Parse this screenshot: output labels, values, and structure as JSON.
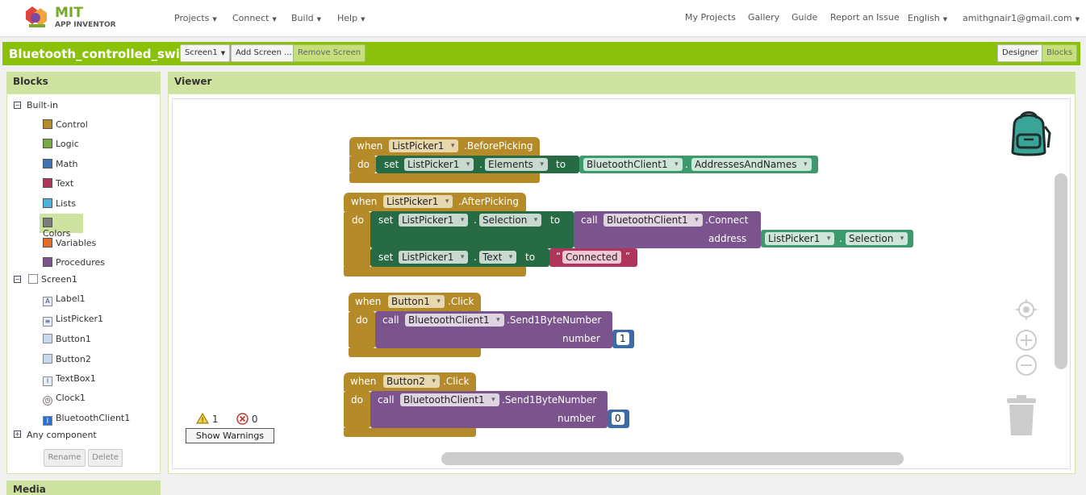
{
  "logo": {
    "mit": "MIT",
    "sub": "APP INVENTOR"
  },
  "nav": {
    "menus": [
      "Projects",
      "Connect",
      "Build",
      "Help"
    ],
    "right_links": [
      "My Projects",
      "Gallery",
      "Guide",
      "Report an Issue"
    ],
    "language": "English",
    "account": "amithgnair1@gmail.com"
  },
  "toolbar": {
    "project_name": "Bluetooth_controlled_switch",
    "screen_select": "Screen1",
    "add_screen": "Add Screen ...",
    "remove_screen": "Remove Screen",
    "designer": "Designer",
    "blocks": "Blocks"
  },
  "blocks_panel": {
    "title": "Blocks",
    "builtin": "Built-in",
    "categories": [
      {
        "label": "Control",
        "color": "#b58b2a"
      },
      {
        "label": "Logic",
        "color": "#77ab41"
      },
      {
        "label": "Math",
        "color": "#3f71b5"
      },
      {
        "label": "Text",
        "color": "#b0355a"
      },
      {
        "label": "Lists",
        "color": "#4fb1de"
      },
      {
        "label": "Colors",
        "color": "#7d7d7d"
      },
      {
        "label": "Variables",
        "color": "#e26b2a"
      },
      {
        "label": "Procedures",
        "color": "#7b548d"
      }
    ],
    "screen": "Screen1",
    "components": [
      "Label1",
      "ListPicker1",
      "Button1",
      "Button2",
      "TextBox1",
      "Clock1",
      "BluetoothClient1"
    ],
    "any_component": "Any component",
    "rename": "Rename",
    "delete": "Delete",
    "media": "Media"
  },
  "viewer": {
    "title": "Viewer",
    "warnings_count": "1",
    "errors_count": "0",
    "show_warnings": "Show Warnings"
  },
  "code": {
    "b1": {
      "when": "when",
      "comp": "ListPicker1",
      "event": ".BeforePicking",
      "do": "do",
      "set": "set",
      "set_comp": "ListPicker1",
      "dot": ".",
      "prop": "Elements",
      "to": "to",
      "get_comp": "BluetoothClient1",
      "get_prop": "AddressesAndNames"
    },
    "b2": {
      "when": "when",
      "comp": "ListPicker1",
      "event": ".AfterPicking",
      "do": "do",
      "set": "set",
      "set_comp": "ListPicker1",
      "prop": "Selection",
      "to": "to",
      "call": "call",
      "call_comp": "BluetoothClient1",
      "method": ".Connect",
      "address": "address",
      "arg_comp": "ListPicker1",
      "arg_prop": "Selection",
      "set2": "set",
      "set2_comp": "ListPicker1",
      "set2_prop": "Text",
      "to2": "to",
      "text_val": "Connected",
      "q_open": "“",
      "q_close": "”"
    },
    "b3": {
      "when": "when",
      "comp": "Button1",
      "event": ".Click",
      "do": "do",
      "call": "call",
      "call_comp": "BluetoothClient1",
      "method": ".Send1ByteNumber",
      "number": "number",
      "value": "1"
    },
    "b4": {
      "when": "when",
      "comp": "Button2",
      "event": ".Click",
      "do": "do",
      "call": "call",
      "call_comp": "BluetoothClient1",
      "method": ".Send1ByteNumber",
      "number": "number",
      "value": "0"
    }
  }
}
